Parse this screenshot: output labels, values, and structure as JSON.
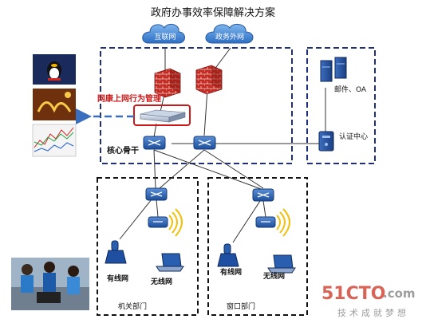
{
  "title": "政府办事效率保障解决方案",
  "clouds": {
    "internet": "互联网",
    "gov_extranet": "政务外网"
  },
  "core": {
    "label": "核心骨干",
    "behavior_mgmt": "网康上网行为管理"
  },
  "servers": {
    "mail_oa": "邮件、OA",
    "auth": "认证中心"
  },
  "departments": {
    "organ": {
      "name": "机关部门",
      "wired": "有线网",
      "wireless": "无线网"
    },
    "window": {
      "name": "窗口部门",
      "wired": "有线网",
      "wireless": "无线网"
    }
  },
  "watermark": {
    "brand_51": "51CTO",
    "brand_com": ".com",
    "slogan": "技术成就梦想"
  },
  "colors": {
    "dash_box": "#1f2f7a",
    "dept_box": "#111111",
    "highlight": "#cc1a1a",
    "switch": "#2a5fb0",
    "cloud": "#3a7fd0",
    "firewall": "#b81f1f",
    "watermark_red": "#d24a3c",
    "watermark_gray": "#8c8c8c"
  }
}
